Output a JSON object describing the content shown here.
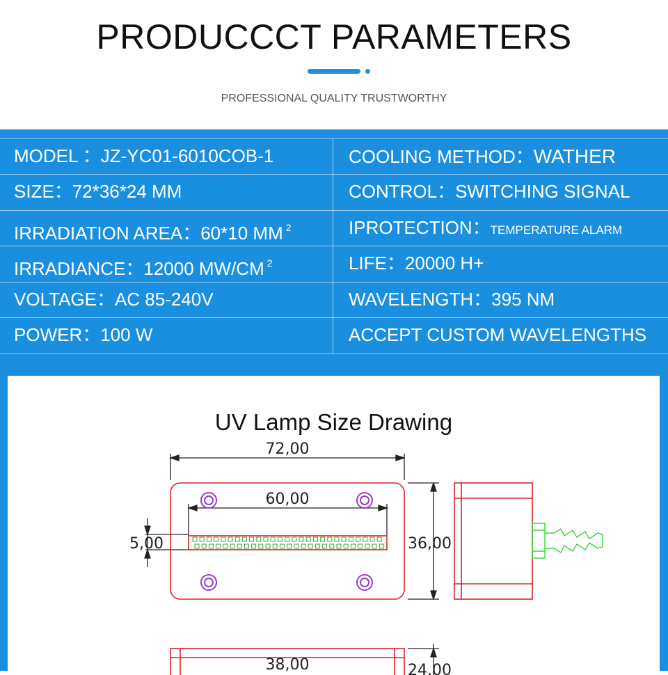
{
  "header": {
    "title": "PRODUCCCT PARAMETERS",
    "subtitle": "PROFESSIONAL QUALITY TRUSTWORTHY"
  },
  "params": {
    "left": [
      {
        "label": "MODEL ：JZ-YC01-6010COB-1"
      },
      {
        "label": "SIZE：72*36*24 MM"
      },
      {
        "label": "IRRADIATION AREA：60*10 MM",
        "sup": "2"
      },
      {
        "label": "IRRADIANCE：12000 MW/CM",
        "sup": "2"
      },
      {
        "label": "VOLTAGE：AC 85-240V"
      },
      {
        "label": "POWER：100 W"
      }
    ],
    "right": [
      {
        "label": "COOLING METHOD：",
        "value": "WATHER"
      },
      {
        "label": "CONTROL：SWITCHING SIGNAL"
      },
      {
        "label": "IPROTECTION：",
        "value": "TEMPERATURE ALARM"
      },
      {
        "label": "LIFE：20000 H+"
      },
      {
        "label": "WAVELENGTH：395 NM"
      },
      {
        "label": "ACCEPT CUSTOM WAVELENGTHS"
      }
    ]
  },
  "drawing": {
    "title": "UV Lamp Size Drawing",
    "dims": {
      "overall_width": "72,00",
      "emitter_width": "60,00",
      "emitter_height": "5,00",
      "overall_height": "36,00",
      "bottom_width": "38,00",
      "bottom_height": "24,00"
    },
    "colors": {
      "outline": "#e0202a",
      "screw": "#9a3cc8",
      "leds": "#3aa83a",
      "fitting": "#31d63a",
      "dimension": "#222222"
    }
  },
  "colors": {
    "accent": "#1b8fdf",
    "text_dark": "#111111",
    "text_white": "#ffffff"
  }
}
